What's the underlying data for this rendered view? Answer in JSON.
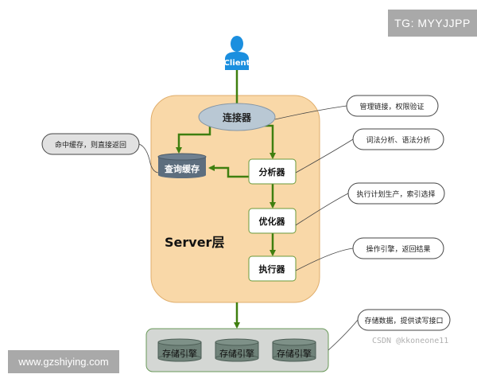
{
  "watermarks": {
    "top_right": "TG: MYYJJPP",
    "bottom_left": "www.gzshiying.com",
    "credit": "CSDN @kkoneone11"
  },
  "nodes": {
    "client": "Client",
    "connector": "连接器",
    "query_cache": "查询缓存",
    "analyzer": "分析器",
    "optimizer": "优化器",
    "executor": "执行器",
    "server_layer": "Server层",
    "engines": [
      "存储引擎",
      "存储引擎",
      "存储引擎"
    ]
  },
  "callouts": {
    "connector": "管理链接，权限验证",
    "cache": "命中缓存，则直接返回",
    "analyzer": "词法分析、语法分析",
    "optimizer": "执行计划生产，索引选择",
    "executor": "操作引擎，返回结果",
    "storage": "存储数据，提供读写接口"
  },
  "colors": {
    "arrow": "#3f7f0f",
    "server_fill": "#f9d8a8",
    "client": "#1b8fdf",
    "cache": "#5d6e7e",
    "storage_fill": "#d4d7d4"
  }
}
